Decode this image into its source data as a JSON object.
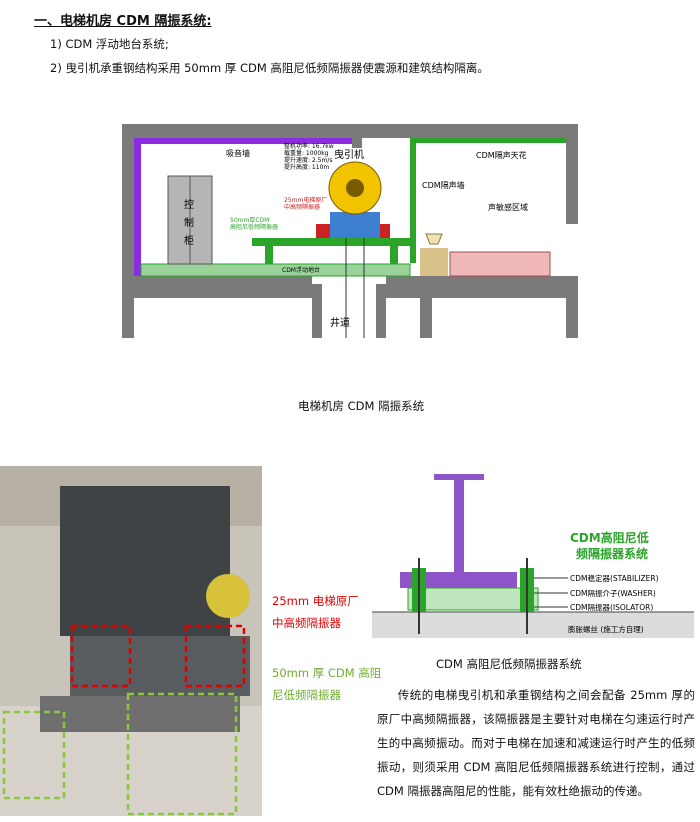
{
  "heading": "一、电梯机房 CDM 隔振系统:",
  "items": [
    "1) CDM 浮动地台系统;",
    "2) 曳引机承重钢结构采用 50mm 厚 CDM 高阻尼低频隔振器使震源和建筑结构隔离。"
  ],
  "diagram1": {
    "caption": "电梯机房 CDM 隔振系统",
    "labels": {
      "absorb_wall": "吸音墙",
      "traction": "曳引机",
      "ceiling": "CDM隔声天花",
      "partition": "CDM隔声墙",
      "sensitive": "声敏感区域",
      "cabinet": [
        "控",
        "制",
        "柜"
      ],
      "high_freq": [
        "25mm电梯原厂",
        "中高频隔振器"
      ],
      "low_freq": [
        "50mm厚CDM",
        "高阻尼低频隔振器"
      ],
      "floating": "CDM浮动地台",
      "shaft": "井道"
    },
    "specs": [
      "整机功率:  16.7kw",
      "载重量:    1000kg",
      "提升速度:  2.5m/s",
      "提升高度:  110m"
    ]
  },
  "photo": {
    "label_red": [
      "25mm 电梯原厂",
      "中高频隔振器"
    ],
    "label_green": [
      "50mm 厚 CDM 高阻",
      "尼低频隔振器"
    ]
  },
  "diagram2": {
    "caption": "CDM 高阻尼低频隔振器系统",
    "title": [
      "CDM高阻尼低",
      "频隔振器系统"
    ],
    "parts": [
      "CDM稳定器(STABILIZER)",
      "CDM隔振介子(WASHER)",
      "CDM隔振器(ISOLATOR)"
    ],
    "bolt": "膨胀螺丝 (施工方自理)"
  },
  "paragraph": "传统的电梯曳引机和承重钢结构之间会配备 25mm 厚的原厂中高频隔振器，该隔振器是主要针对电梯在匀速运行时产生的中高频振动。而对于电梯在加速和减速运行时产生的低频振动，则须采用 CDM 高阻尼低频隔振器系统进行控制，通过 CDM 隔振器高阻尼的性能，能有效杜绝振动的传递。",
  "colors": {
    "wall_gray": "#7a7a7a",
    "purple": "#8b2be2",
    "green": "#2aa52a",
    "red_label": "#e00000",
    "green_label": "#8cc63f",
    "steel_purple": "#8e55c8",
    "machine_yellow": "#f2c400",
    "machine_blue": "#3d7fd1"
  }
}
